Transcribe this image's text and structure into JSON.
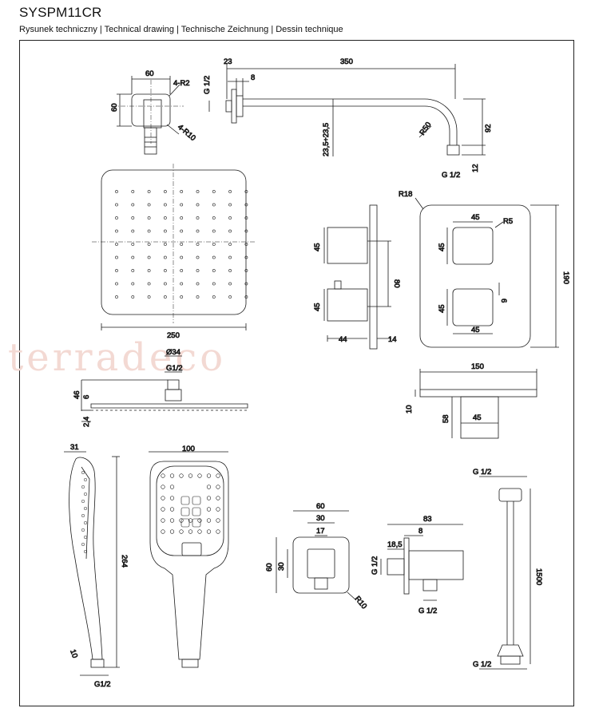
{
  "header": {
    "title": "SYSPM11CR",
    "subtitle": "Rysunek techniczny | Technical drawing | Technische Zeichnung | Dessin technique"
  },
  "watermark": "terradeco",
  "arm": {
    "w60": "60",
    "r2": "4-R2",
    "h60": "60",
    "r10": "4-R10",
    "d23": "23",
    "d350": "350",
    "d8": "8",
    "g12": "G 1/2",
    "d235": "23,5÷23,5",
    "r50": "R50",
    "d92": "92",
    "d12": "12",
    "g12b": "G 1/2"
  },
  "head": {
    "w250": "250",
    "d34": "Ø34",
    "g12": "G1/2",
    "h46": "46",
    "h6": "6",
    "h24": "2,4"
  },
  "mixer": {
    "s45a": "45",
    "s45b": "45",
    "d80": "80",
    "d44": "44",
    "d14": "14",
    "r18": "R18",
    "w45a": "45",
    "r5": "R5",
    "h45a": "45",
    "h45b": "45",
    "d6": "6",
    "w45b": "45",
    "h190": "190"
  },
  "spout": {
    "w150": "150",
    "h10": "10",
    "h58": "58",
    "w45": "45"
  },
  "hand": {
    "w31": "31",
    "h264": "264",
    "d10": "10",
    "g12": "G1/2",
    "w100": "100"
  },
  "elbow": {
    "w60": "60",
    "w30": "30",
    "w17": "17",
    "h60": "60",
    "h30": "30",
    "r10": "R10",
    "w83": "83",
    "w8": "8",
    "w185": "18,5",
    "g12a": "G 1/2",
    "g12b": "G 1/2"
  },
  "hose": {
    "g12top": "G 1/2",
    "len": "1500",
    "g12bot": "G 1/2"
  }
}
